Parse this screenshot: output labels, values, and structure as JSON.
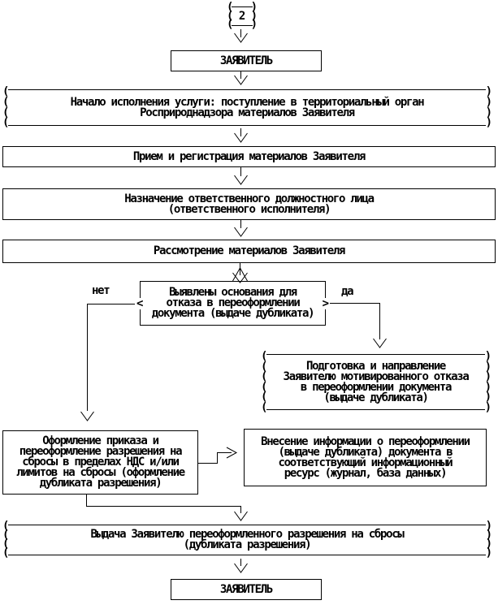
{
  "flow": {
    "connector": {
      "label": "2"
    },
    "applicant_top": {
      "label": "ЗАЯВИТЕЛЬ"
    },
    "start": {
      "text": "Начало исполнения услуги: поступление в территориальный орган\nРосприроднадзора материалов Заявителя"
    },
    "reception": {
      "text": "Прием и регистрация материалов Заявителя"
    },
    "assignment": {
      "text": "Назначение ответственного должностного лица\n(ответственного исполнителя)"
    },
    "review": {
      "text": "Рассмотрение материалов Заявителя"
    },
    "decision": {
      "text": "Выявлены основания для\nотказа в переоформлении\nдокумента (выдаче дубликата)",
      "no_label": "нет",
      "yes_label": "да"
    },
    "refusal": {
      "text": "Подготовка и направление\nЗаявителю мотивированного отказа\nв переоформлении документа\n(выдаче дубликата)"
    },
    "order": {
      "text": "Оформление приказа и\nпереоформление разрешения на\nсбросы в пределах НДС и/или\nлимитов на сбросы (оформление\nдубликата разрешения)"
    },
    "info_entry": {
      "text": "Внесение информации о переоформлении\n(выдаче дубликата) документа в\nсоответствующий информационный\nресурс (журнал, база данных)"
    },
    "issue": {
      "text": "Выдача Заявителю переоформленного разрешения на сбросы\n(дубликата разрешения)"
    },
    "applicant_bottom": {
      "label": "ЗАЯВИТЕЛЬ"
    }
  },
  "decor": {
    "paren_left_3": "(\n(\n(",
    "paren_right_3": ")\n)\n)",
    "paren_left_4": "(\n(\n(\n(",
    "paren_right_4": ")\n)\n)\n)",
    "paren_left_6": "(\n(\n(\n(\n(\n(",
    "paren_right_6": ")\n)\n)\n)\n)\n)",
    "branch_left_glyph": "<",
    "branch_right_glyph": ">"
  },
  "colors": {
    "ink": "#000000",
    "background": "#ffffff"
  }
}
